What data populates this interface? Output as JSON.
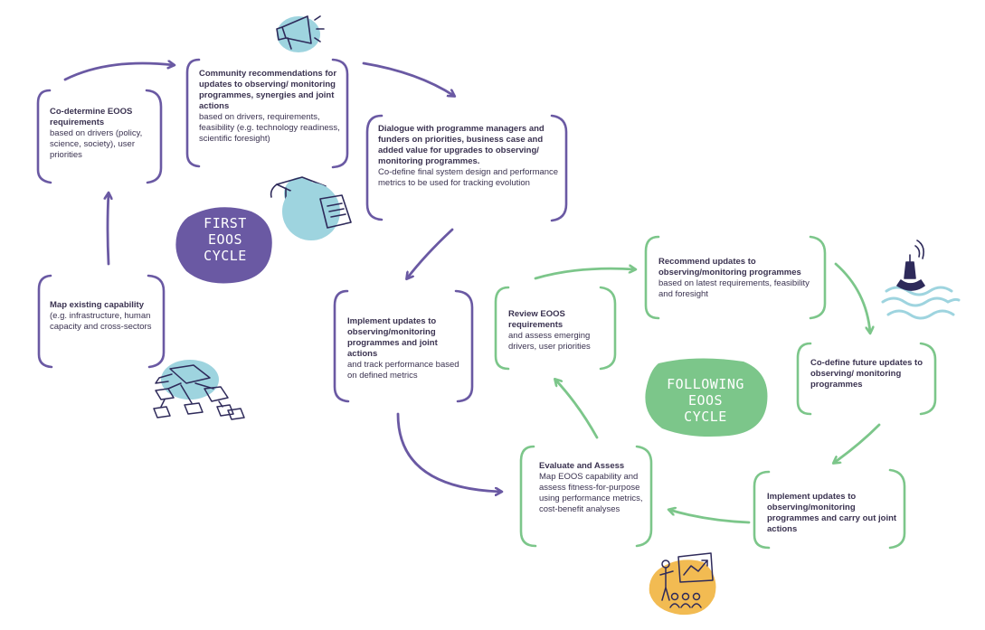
{
  "colors": {
    "first_cycle": "#6a59a3",
    "following_cycle": "#7cc68a",
    "icon_blue": "#9ed4df",
    "icon_orange": "#f2bb52",
    "ink": "#2e2a5a"
  },
  "badges": {
    "first": [
      "FIRST",
      "EOOS",
      "CYCLE"
    ],
    "following": [
      "FOLLOWING",
      "EOOS",
      "CYCLE"
    ]
  },
  "first_cycle": {
    "codetermine": {
      "title": "Co-determine EOOS requirements",
      "desc": "based on drivers (policy, science, society), user priorities"
    },
    "community": {
      "title": "Community recommendations for updates to observing/ monitoring programmes, synergies and joint actions",
      "desc": "based on drivers, requirements, feasibility (e.g. technology readiness, scientific foresight)"
    },
    "dialogue": {
      "title": "Dialogue with programme managers and funders on priorities, business case and added value for upgrades to observing/ monitoring programmes.",
      "desc": "Co-define final system design and performance metrics to be used for tracking evolution"
    },
    "map": {
      "title": "Map existing capability",
      "desc": "(e.g. infrastructure, human capacity and cross-sectors"
    },
    "implement": {
      "title": "Implement updates to observing/monitoring programmes and joint actions",
      "desc": "and track performance based on defined metrics"
    }
  },
  "following_cycle": {
    "review": {
      "title": "Review EOOS requirements",
      "desc": "and assess emerging drivers, user priorities"
    },
    "recommend": {
      "title": "Recommend updates to observing/monitoring programmes",
      "desc": "based on latest requirements, feasibility and foresight"
    },
    "codefine": {
      "title": "Co-define future updates to observing/ monitoring programmes",
      "desc": ""
    },
    "implement": {
      "title": "Implement updates to observing/monitoring programmes and carry out joint actions",
      "desc": ""
    },
    "evaluate": {
      "title": "Evaluate and Assess",
      "desc": "Map EOOS capability and assess fitness-for-purpose using performance metrics, cost-benefit analyses"
    }
  },
  "icons": [
    "megaphone-icon",
    "graduation-cap-icon",
    "document-icon",
    "network-diagram-icon",
    "buoy-waves-icon",
    "presentation-icon"
  ]
}
